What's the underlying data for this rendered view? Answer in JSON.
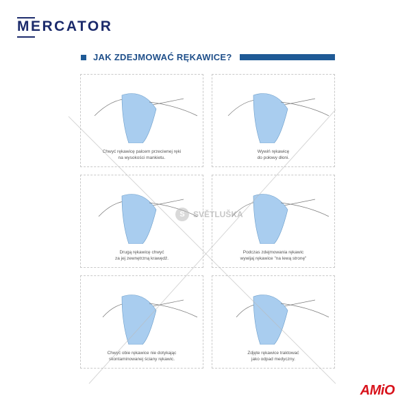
{
  "brand": "MERCATOR",
  "title": "JAK ZDEJMOWAĆ RĘKAWICE?",
  "steps": [
    {
      "line1": "Chwyć rękawicę palcem przeciwnej ręki",
      "line2": "na wysokości mankietu."
    },
    {
      "line1": "Wywiń rękawicę",
      "line2": "do połowy dłoni."
    },
    {
      "line1": "Drugą rękawicę chwyć",
      "line2": "za jej zewnętrzną krawędź."
    },
    {
      "line1": "Podczas zdejmowania rękawic",
      "line2": "wywijaj rękawice \"na lewą stronę\""
    },
    {
      "line1": "Chwyć obie rękawice nie dotykając",
      "line2": "skontaminowanej ściany rękawic."
    },
    {
      "line1": "Zdjęte rękawice traktować",
      "line2": "jako odpad medyczny."
    }
  ],
  "watermark": {
    "text": "SVĚTLUŠKA",
    "badge": "S"
  },
  "footer_logo": "AMiO",
  "colors": {
    "brand": "#1b2a6b",
    "accent": "#1f5a96",
    "glove": "#a9cdef",
    "amio": "#d8121b"
  }
}
